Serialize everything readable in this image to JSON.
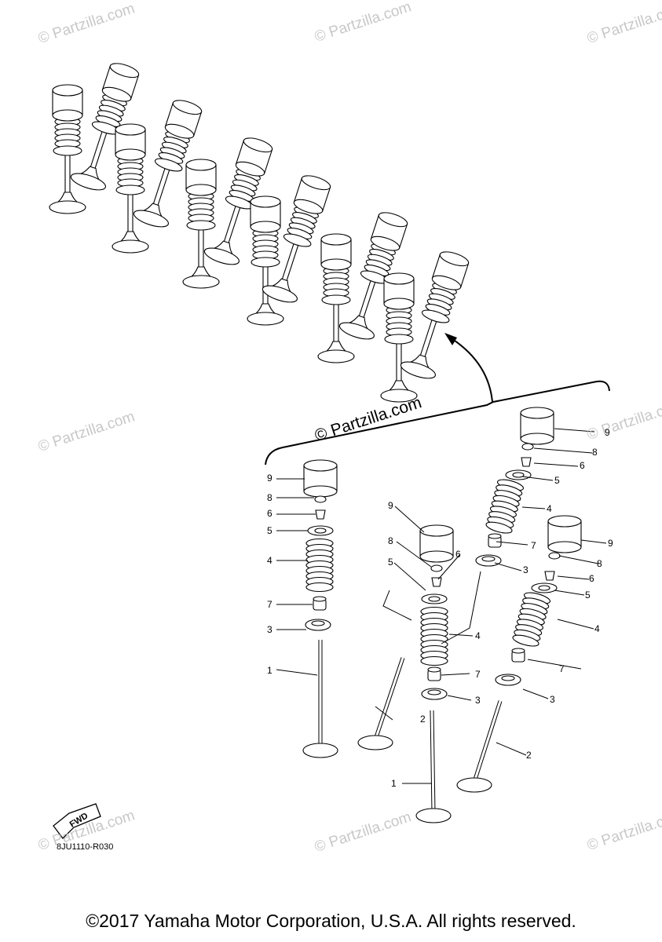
{
  "watermark_text": "© Partzilla.com",
  "central_watermark": "© Partzilla.com",
  "diagram_code": "8JU1110-R030",
  "fwd_label": "FWD",
  "copyright": "©2017 Yamaha Motor Corporation, U.S.A. All rights reserved.",
  "callouts": {
    "group1": [
      "9",
      "8",
      "6",
      "5",
      "4",
      "7",
      "3",
      "1"
    ],
    "group2": [
      "9",
      "8",
      "6",
      "5",
      "4",
      "7",
      "3",
      "2"
    ],
    "group3": [
      "9",
      "8",
      "6",
      "5",
      "4",
      "7",
      "3",
      "1"
    ],
    "group4": [
      "9",
      "8",
      "6",
      "5",
      "4",
      "7",
      "3",
      "2"
    ]
  },
  "icons": [
    "partzilla-watermark",
    "fwd-arrow-icon",
    "direction-arrow-icon"
  ]
}
